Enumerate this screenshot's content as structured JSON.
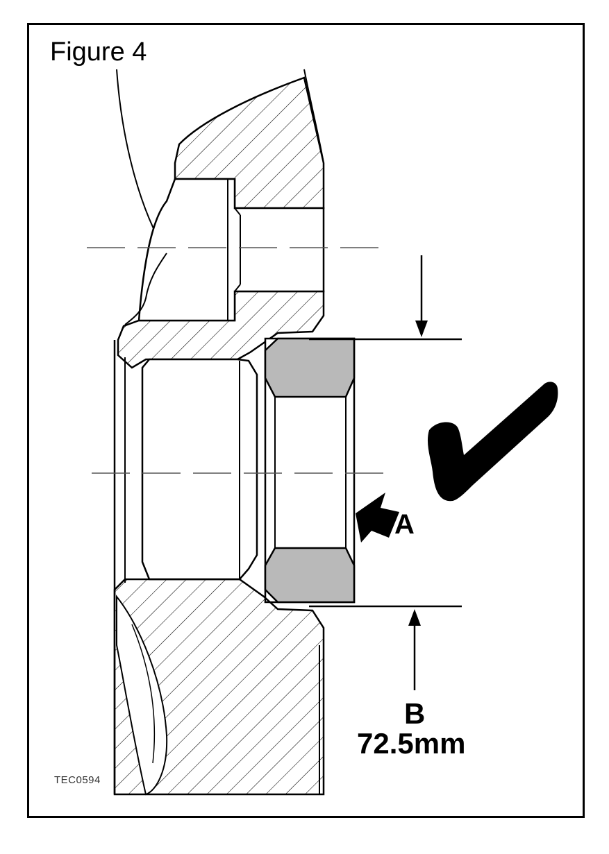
{
  "figure": {
    "title": "Figure 4",
    "reference_code": "TEC0594"
  },
  "callouts": {
    "a_label": "A",
    "b_label": "B",
    "b_dimension": "72.5mm"
  },
  "icons": {
    "approval": "checkmark-icon",
    "pointer": "arrow-icon"
  },
  "colors": {
    "line": "#000000",
    "nut_fill": "#b9b9b9",
    "background": "#ffffff"
  }
}
